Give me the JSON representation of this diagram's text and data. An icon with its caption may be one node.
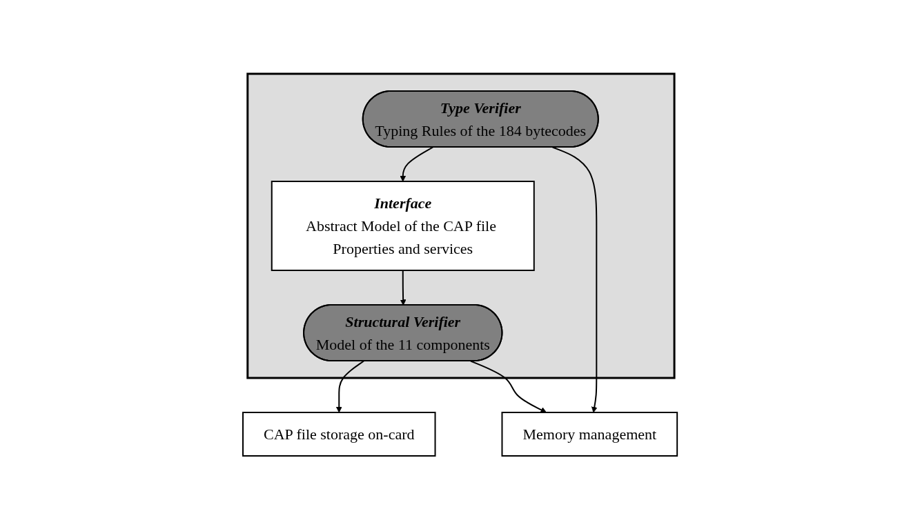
{
  "diagram": {
    "nodes": [
      {
        "text": [],
        "shape": "box"
      },
      {
        "text": [
          "Interface",
          "Abstract Model of the CAP file Properties and services"
        ],
        "in": 0
      },
      {
        "text": [
          "Type Verifier",
          "Typing Rules of the 184 bytecodes"
        ],
        "in": 0
      },
      {
        "text": [
          "Structural Verifier",
          "Model of the 11 components"
        ],
        "in": 0
      },
      {
        "text": [
          "CAP file storage on-card"
        ]
      },
      {
        "text": [
          "Memory management"
        ]
      }
    ],
    "edges": [
      {
        "from": 2,
        "to": 1,
        "arrow": "to"
      },
      {
        "from": 1,
        "to": 3,
        "arrow": "to"
      },
      {
        "from": 3,
        "to": 4,
        "arrow": "to"
      },
      {
        "from": 3,
        "to": 5,
        "arrow": "to"
      },
      {
        "from": 2,
        "to": 5,
        "arrow": "to"
      }
    ]
  }
}
